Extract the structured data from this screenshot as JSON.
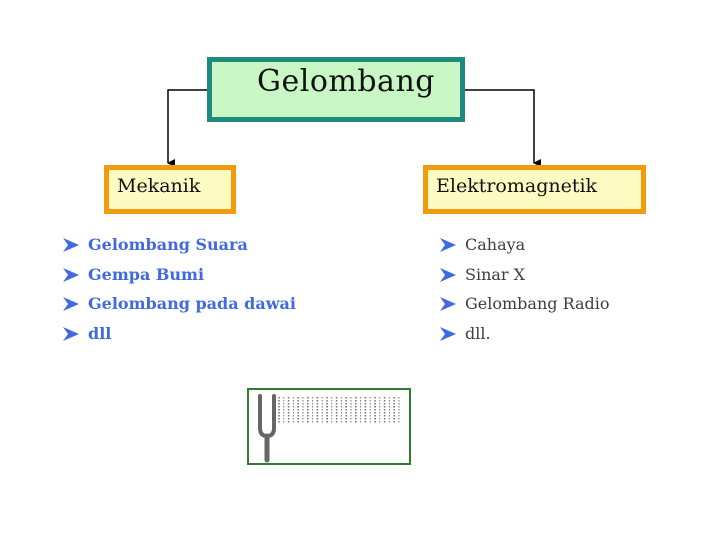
{
  "root": {
    "label": "Gelombang"
  },
  "branches": [
    {
      "label": "Mekanik",
      "items": [
        "Gelombang Suara",
        "Gempa Bumi",
        "Gelombang pada dawai",
        "dll"
      ]
    },
    {
      "label": "Elektromagnetik",
      "items": [
        "Cahaya",
        "Sinar X",
        "Gelombang Radio",
        "dll."
      ]
    }
  ],
  "colors": {
    "root_fill": "#c8f7c5",
    "root_border": "#1f8a80",
    "branch_fill": "#fbfbc2",
    "branch_border": "#f39a0f",
    "mekanik_text": "#4169e1",
    "elektromagnetik_text": "#3d3d3d",
    "frame_border": "#2e7d32"
  },
  "icons": {
    "bullet": "arrow-bullet-icon",
    "illustration": "tuning-fork-icon"
  }
}
